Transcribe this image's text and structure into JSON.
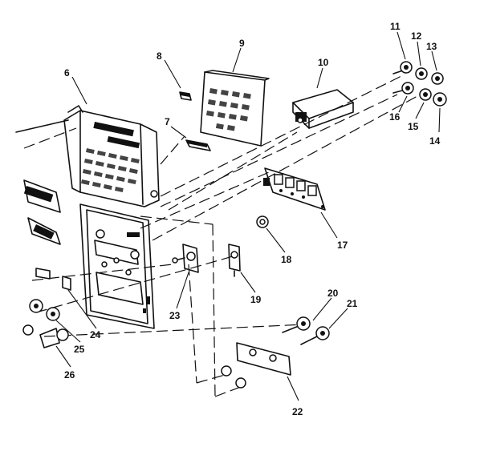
{
  "callouts": [
    {
      "id": "c6",
      "text": "6"
    },
    {
      "id": "c7",
      "text": "7"
    },
    {
      "id": "c8",
      "text": "8"
    },
    {
      "id": "c9",
      "text": "9"
    },
    {
      "id": "c10",
      "text": "10"
    },
    {
      "id": "c11",
      "text": "11"
    },
    {
      "id": "c12",
      "text": "12"
    },
    {
      "id": "c13",
      "text": "13"
    },
    {
      "id": "c14",
      "text": "14"
    },
    {
      "id": "c15",
      "text": "15"
    },
    {
      "id": "c16",
      "text": "16"
    },
    {
      "id": "c17",
      "text": "17"
    },
    {
      "id": "c18",
      "text": "18"
    },
    {
      "id": "c19",
      "text": "19"
    },
    {
      "id": "c20",
      "text": "20"
    },
    {
      "id": "c21",
      "text": "21"
    },
    {
      "id": "c22",
      "text": "22"
    },
    {
      "id": "c23",
      "text": "23"
    },
    {
      "id": "c24",
      "text": "24"
    },
    {
      "id": "c25",
      "text": "25"
    },
    {
      "id": "c26",
      "text": "26"
    }
  ]
}
